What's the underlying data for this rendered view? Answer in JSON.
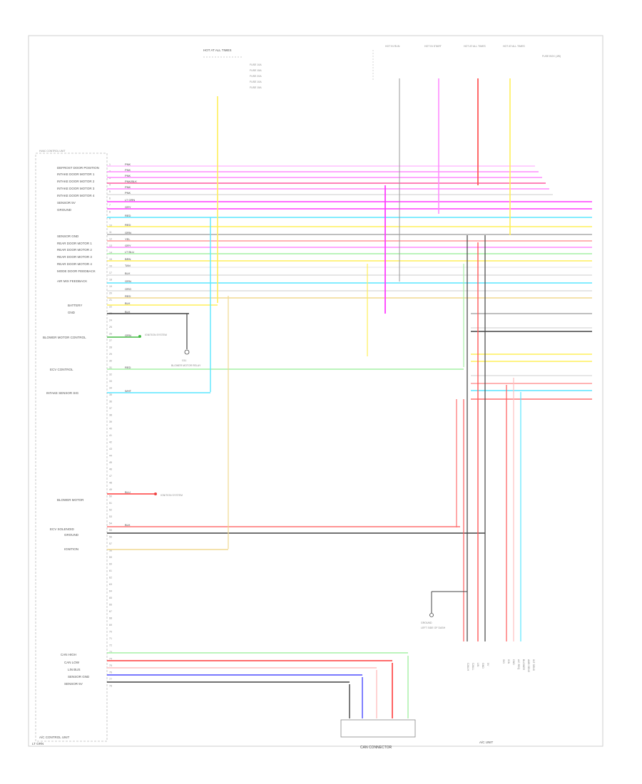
{
  "unit": {
    "name": "A/C CONTROL UNIT",
    "header": "HVAC CONTROL UNIT",
    "left_labels": [
      "DEFROST DOOR POSITION",
      "INTAKE DOOR MOTOR 1",
      "INTAKE DOOR MOTOR 2",
      "INTAKE DOOR MOTOR 3",
      "INTAKE DOOR MOTOR 4",
      "SENSOR 5V",
      "GROUND",
      "SENSOR GND",
      "REAR DOOR MOTOR 1",
      "REAR DOOR MOTOR 2",
      "REAR DOOR MOTOR 3",
      "REAR DOOR MOTOR 4",
      "MODE DOOR FEEDBACK",
      "AIR MIX FEEDBACK",
      "BATTERY",
      "GND",
      "BLOWER MOTOR CONTROL",
      "ECV CONTROL",
      "INTAKE SENSOR SIG",
      "BLOWER MOTOR",
      "ECV SOLENOID",
      "GROUND",
      "IGNITION",
      "CAN HIGH",
      "CAN LOW",
      "LIN BUS",
      "SENSOR GND",
      "SENSOR 5V"
    ]
  },
  "top_group": {
    "title": "HOT AT ALL TIMES",
    "items": [
      "FUSE 10A",
      "FUSE 15A",
      "FUSE 20A",
      "FUSE 10A",
      "FUSE 15A"
    ]
  },
  "top_labels": [
    "HOT IN RUN",
    "HOT IN START",
    "HOT AT ALL TIMES",
    "HOT AT ALL TIMES",
    "FUSE BOX (J/B)"
  ],
  "wire_colors": [
    "PNK",
    "PNK",
    "PNK",
    "PNK/BLK",
    "PNK",
    "PNK",
    "LT GRN",
    "GRY",
    "RED",
    "RED",
    "GRN",
    "YEL",
    "GRY",
    "LT BLU",
    "BRN",
    "TAN",
    "BLK",
    "GRN",
    "ORG",
    "RED",
    "BLK",
    "BLK",
    "GRN",
    "RED",
    "WHT",
    "BLU",
    "BLK"
  ],
  "components": {
    "ground1": "GROUND",
    "ground1_note": "LEFT SIDE OF DASH",
    "ignition": "IGNITION SYSTEM",
    "ignition2": "IGNITION SYSTEM",
    "gnd2": "G11",
    "gnd2_note": "BLOWER MOTOR RELAY",
    "bottom_box": "CAN CONNECTOR",
    "bottom_right": "A/C UNIT"
  },
  "bottom_pin_labels": [
    "CAN-H",
    "CAN-L",
    "LIN",
    "GND",
    "5V",
    "SIG",
    "IGN",
    "GND",
    "A/C REQ",
    "BLOWER",
    "AMB SENS",
    "INT SENS"
  ],
  "footer_left": "LT GRN"
}
